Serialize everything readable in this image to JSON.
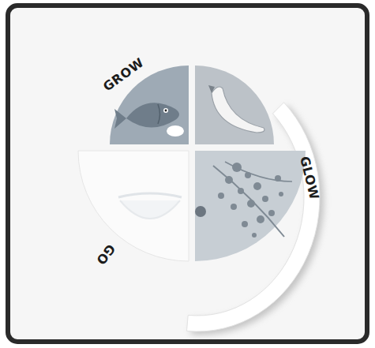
{
  "diagram": {
    "labels": [
      "GROW",
      "GLOW",
      "GO"
    ]
  }
}
